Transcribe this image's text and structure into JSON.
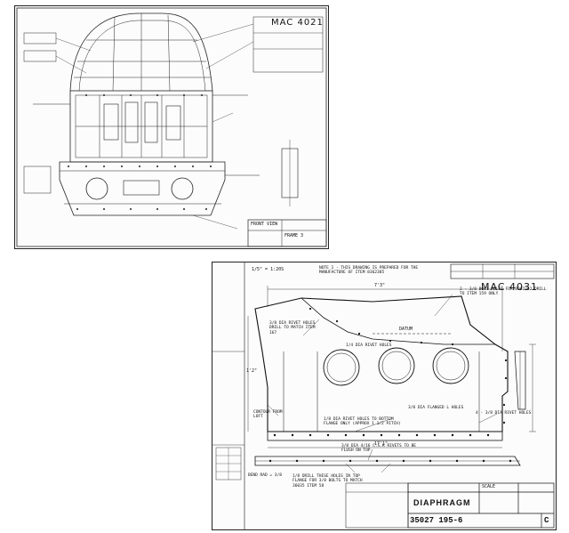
{
  "sheet_1": {
    "handwritten_id": "MAC 4021",
    "front_view_label": "FRONT VIEW",
    "title_label": "FRAME 3"
  },
  "sheet_2": {
    "handwritten_id": "MAC 4031",
    "note_top": "NOTE 1 - THIS DRAWING IS PREPARED FOR THE MANUFACTURE OF ITEM 8362385",
    "scale_note": "1/5\" = 1:20S",
    "bolt_note": "2 - 3/8 BOLT HOLES FOR 8002362 DRILL TO ITEM 159 ONLY",
    "rivet_note_1": "3/8 DIA RIVET HOLES DRILL TO MATCH ITEM 167",
    "rivet_note_2": "1/4 DIA RIVET HOLES",
    "datum_label": "DATUM",
    "contour_note": "CONTOUR FROM LOFT",
    "flange_note_1": "3/8 DIA FLANGED L HOLES",
    "flange_note_2": "4 - 3/8 DIA RIVET HOLES",
    "rivet_note_3": "1/8 DIA RIVET HOLES TO BOTTOM FLANGE ONLY (APPROX 1 1/2 PITCH)",
    "flush_note": "3/8 DIA 4/16 C.S.K RIVETS TO BE FLUSH ON TOP",
    "dim_top": "7'3\"",
    "dim_bottom": "17'1\"",
    "dim_left": "1'2\"",
    "bend_note": "BEND RAD = 3/8",
    "drill_note": "1/8 DRILL THESE HOLES IN TOP FLANGE FOR 3/8 BOLTS TO MATCH 36035 ITEM 58",
    "title": "DIAPHRAGM",
    "drawing_number": "35027 195-6",
    "revision": "C",
    "scale_label": "SCALE"
  }
}
